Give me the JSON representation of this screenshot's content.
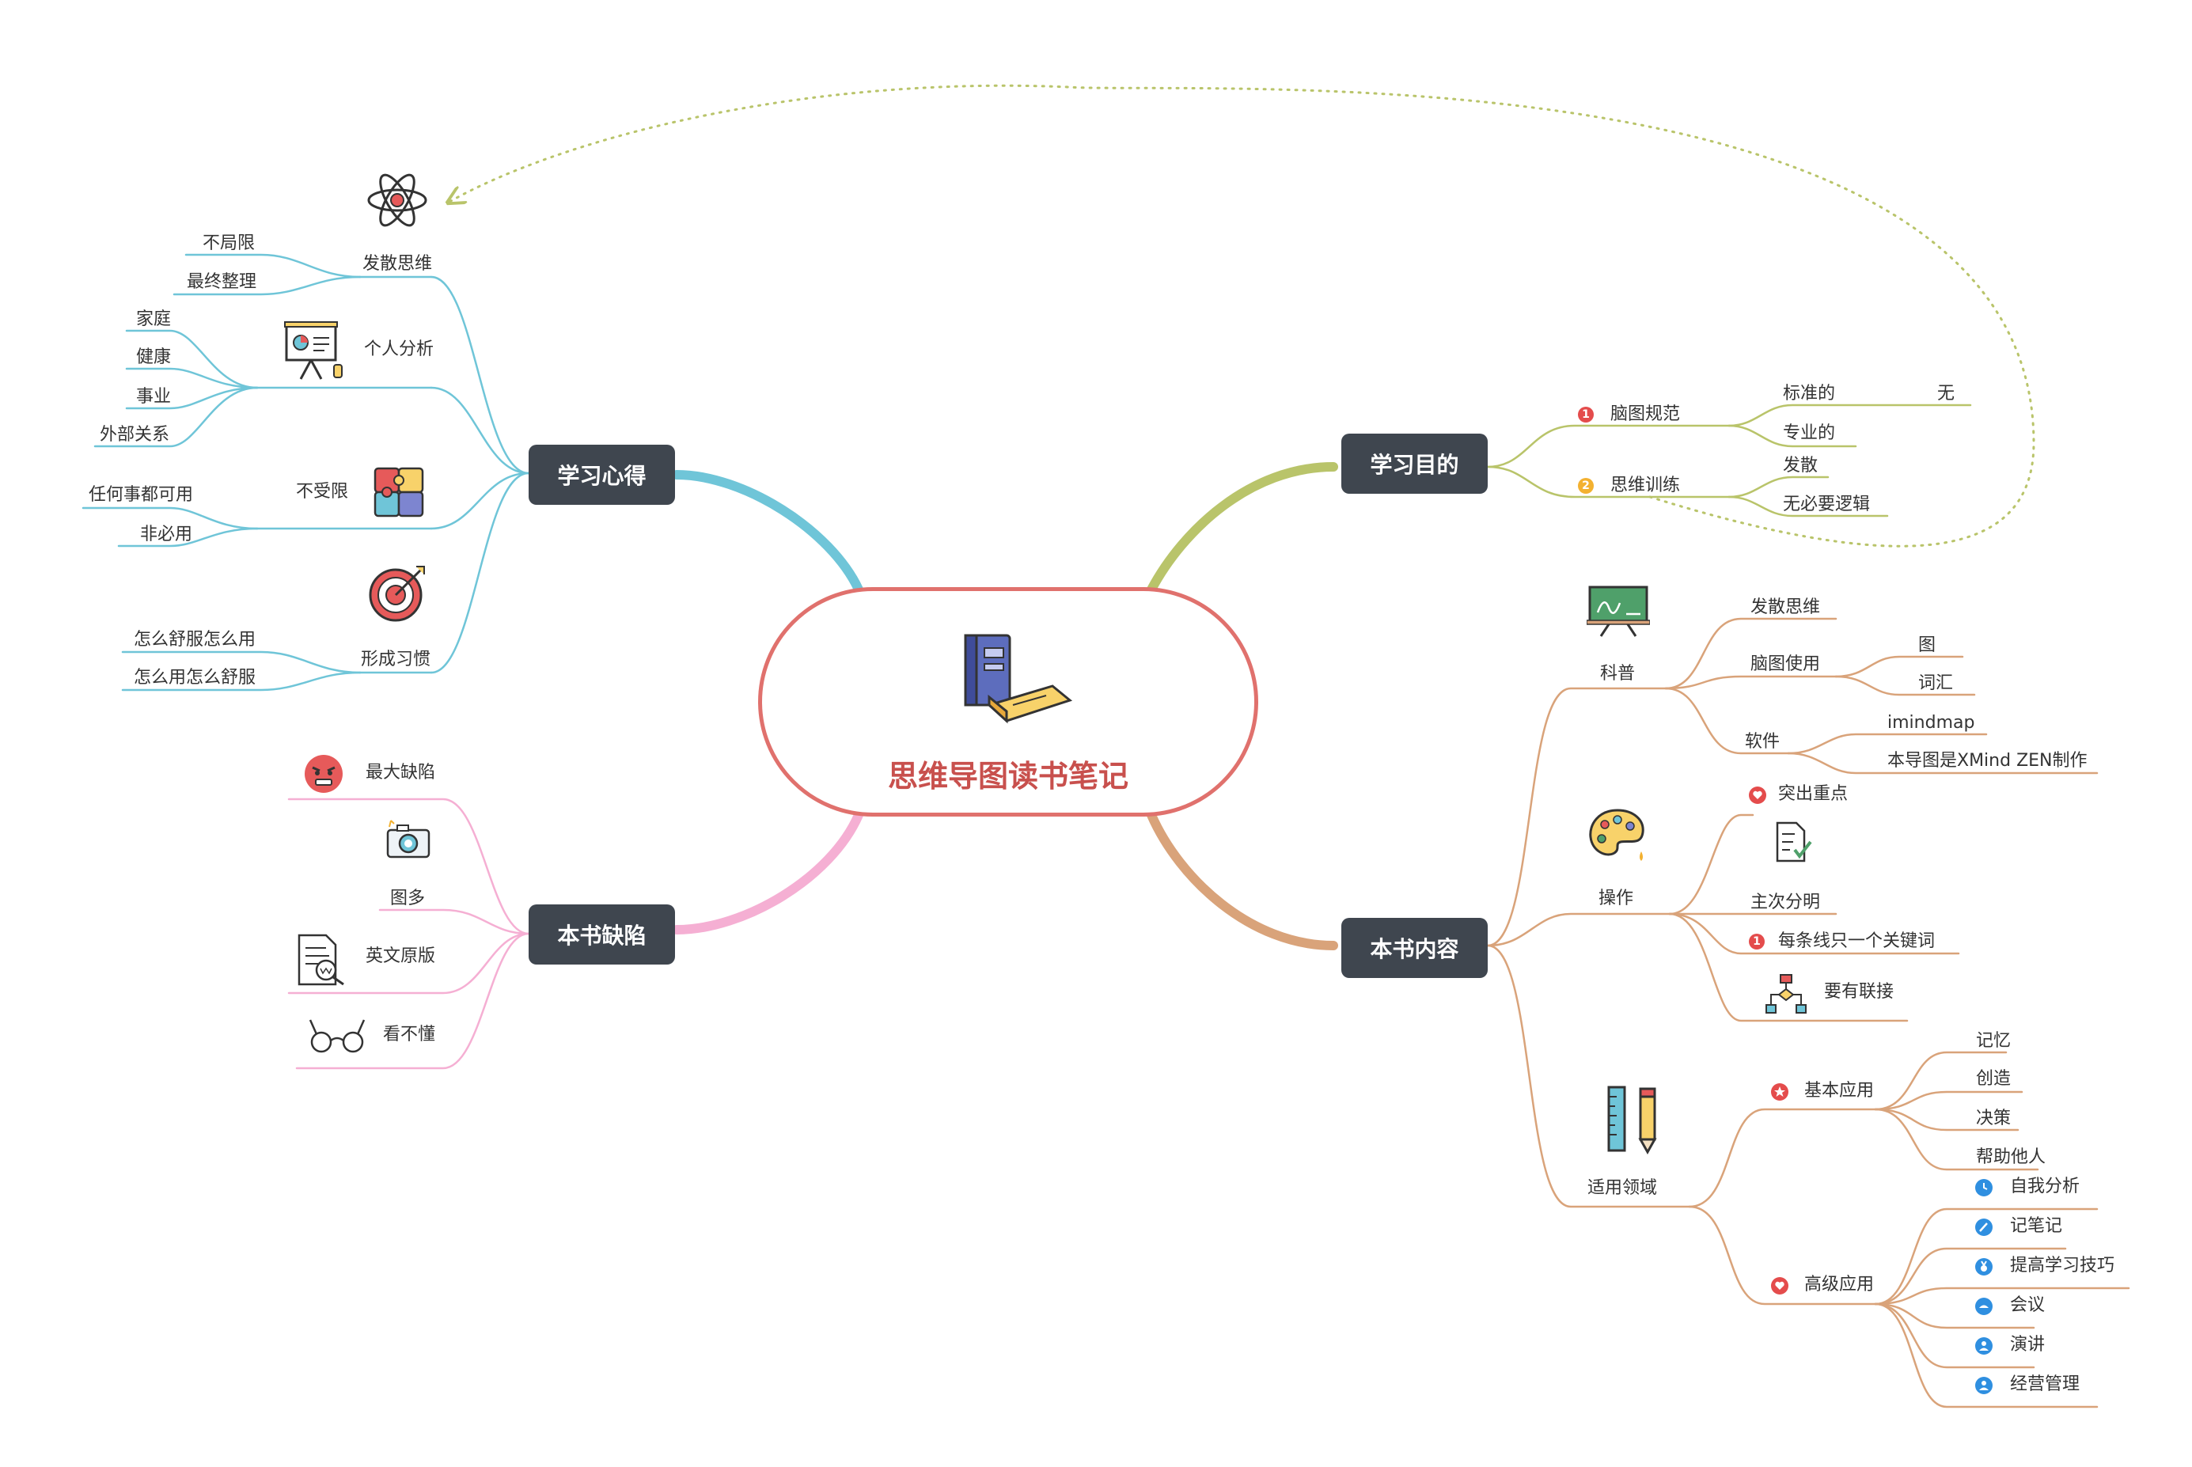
{
  "title": "思维导图读书笔记",
  "branches": {
    "learn": {
      "label": "学习心得",
      "items": {
        "diverge": {
          "label": "发散思维",
          "children": [
            "不局限",
            "最终整理"
          ]
        },
        "personal": {
          "label": "个人分析",
          "children": [
            "家庭",
            "健康",
            "事业",
            "外部关系"
          ]
        },
        "unlimited": {
          "label": "不受限",
          "children": [
            "任何事都可用",
            "非必用"
          ]
        },
        "habit": {
          "label": "形成习惯",
          "children": [
            "怎么舒服怎么用",
            "怎么用怎么舒服"
          ]
        }
      }
    },
    "flaws": {
      "label": "本书缺陷",
      "items": [
        "最大缺陷",
        "图多",
        "英文原版",
        "看不懂"
      ]
    },
    "purpose": {
      "label": "学习目的",
      "items": {
        "norm": {
          "label": "脑图规范",
          "marker": "1",
          "children": [
            "标准的",
            "专业的"
          ],
          "sub": "无"
        },
        "train": {
          "label": "思维训练",
          "marker": "2",
          "children": [
            "发散",
            "无必要逻辑"
          ]
        }
      }
    },
    "content": {
      "label": "本书内容",
      "items": {
        "science": {
          "label": "科普",
          "children": {
            "c0": {
              "label": "发散思维"
            },
            "c1": {
              "label": "脑图使用",
              "children": [
                "图",
                "词汇"
              ]
            },
            "c2": {
              "label": "软件",
              "children": [
                "imindmap",
                "本导图是XMind ZEN制作"
              ]
            }
          }
        },
        "operate": {
          "label": "操作",
          "children": [
            "突出重点",
            "主次分明",
            "每条线只一个关键词",
            "要有联接"
          ]
        },
        "domain": {
          "label": "适用领域",
          "basic": {
            "label": "基本应用",
            "children": [
              "记忆",
              "创造",
              "决策",
              "帮助他人"
            ]
          },
          "advanced": {
            "label": "高级应用",
            "children": [
              "自我分析",
              "记笔记",
              "提高学习技巧",
              "会议",
              "演讲",
              "经营管理"
            ]
          }
        }
      }
    }
  },
  "colors": {
    "central_border": "#e0716d",
    "title": "#c8504d",
    "topic_fill": "#3f464f",
    "learn": "#6fc5d8",
    "flaws": "#f5afd3",
    "purpose": "#b9c46a",
    "content": "#d9a37a"
  }
}
